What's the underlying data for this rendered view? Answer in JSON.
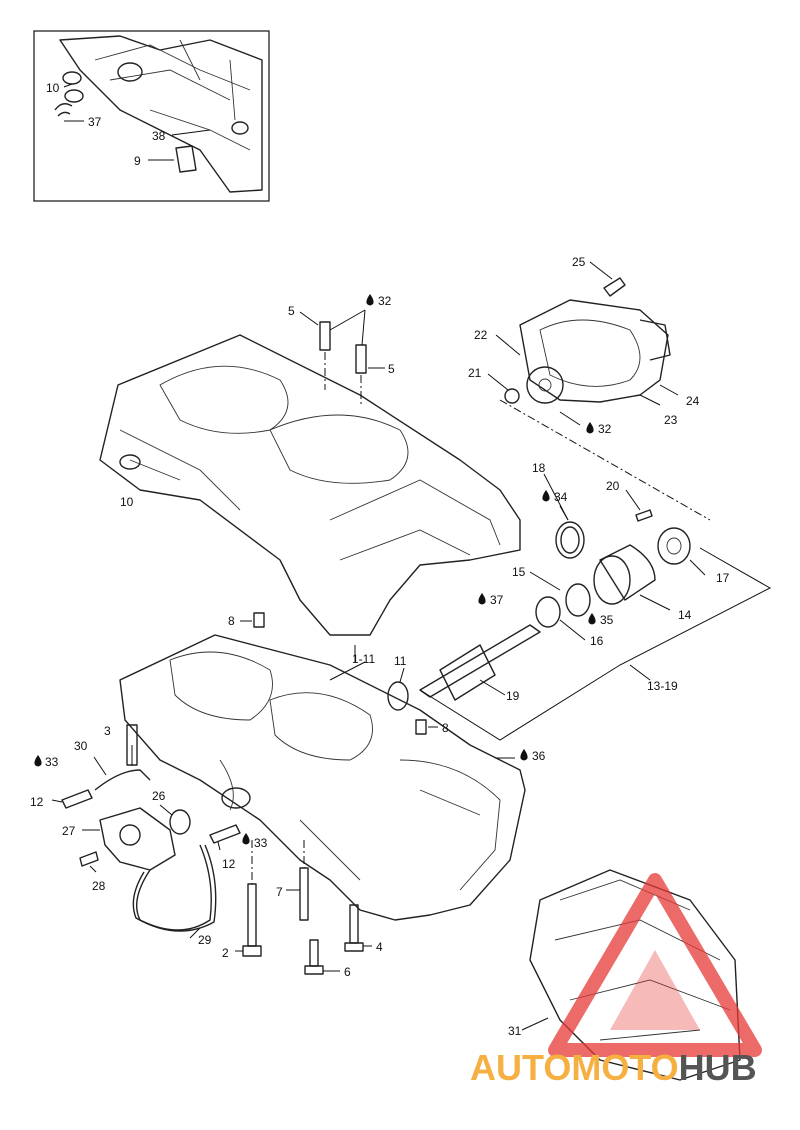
{
  "callouts": {
    "inset_10": "10",
    "inset_37": "37",
    "inset_38": "38",
    "inset_9": "9",
    "c25": "25",
    "c22": "22",
    "c21": "21",
    "c32a": "32",
    "c5a": "5",
    "c5b": "5",
    "c32b": "32",
    "c24": "24",
    "c23": "23",
    "c18": "18",
    "c34": "34",
    "c20": "20",
    "c10": "10",
    "c15": "15",
    "c17": "17",
    "c37": "37",
    "c35": "35",
    "c14": "14",
    "c8a": "8",
    "c16": "16",
    "c11": "11",
    "c111": "1-11",
    "c19": "19",
    "c1319": "13-19",
    "c3": "3",
    "c8b": "8",
    "c30": "30",
    "c36": "36",
    "c33a": "33",
    "c12a": "12",
    "c26": "26",
    "c27": "27",
    "c33b": "33",
    "c12b": "12",
    "c28": "28",
    "c7": "7",
    "c29": "29",
    "c2": "2",
    "c4": "4",
    "c6": "6",
    "c31": "31"
  },
  "watermark": {
    "text_a": "AUTOMOTO",
    "text_b": "HUB",
    "color_a": "#f5b041",
    "color_b": "#555555",
    "logo_color": "#e53935"
  }
}
